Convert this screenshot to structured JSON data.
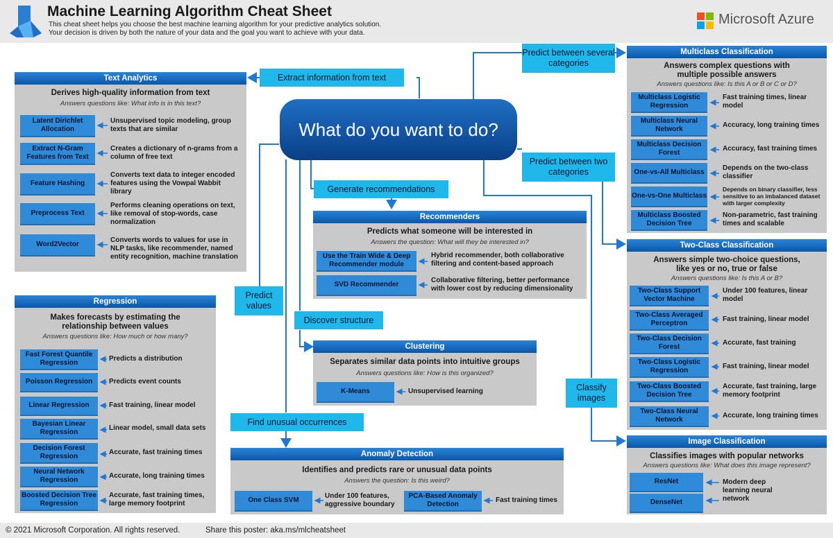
{
  "header": {
    "title": "Machine Learning Algorithm Cheat Sheet",
    "subtitle_1": "This cheat sheet helps you choose the best machine learning algorithm for your predictive analytics solution.",
    "subtitle_2": "Your decision is driven by both the nature of your data and the goal you want to achieve with your data.",
    "brand": "Microsoft Azure"
  },
  "central": "What do you want to do?",
  "actions": {
    "extract": "Extract information from text",
    "several": "Predict between several categories",
    "two": "Predict between two categories",
    "recommend": "Generate recommendations",
    "values": "Predict values",
    "structure": "Discover structure",
    "images": "Classify images",
    "unusual": "Find unusual occurrences"
  },
  "text_analytics": {
    "title": "Text Analytics",
    "desc": "Derives high-quality information from text",
    "question": "Answers questions like: What info is in this text?",
    "items": [
      {
        "algo": "Latent Dirichlet Allocation",
        "note": "Unsupervised topic modeling, group texts that are similar"
      },
      {
        "algo": "Extract N-Gram Features from Text",
        "note": "Creates a dictionary of n-grams from a column of free text"
      },
      {
        "algo": "Feature Hashing",
        "note": "Converts text data to integer encoded features using the Vowpal Wabbit library"
      },
      {
        "algo": "Preprocess Text",
        "note": "Performs cleaning operations on text, like removal of stop-words, case normalization"
      },
      {
        "algo": "Word2Vector",
        "note": "Converts words to values for use in NLP tasks, like recommender, named entity recognition, machine translation"
      }
    ]
  },
  "regression": {
    "title": "Regression",
    "desc": "Makes forecasts by estimating the relationship between values",
    "question": "Answers questions like: How much or how many?",
    "items": [
      {
        "algo": "Fast Forest Quantile Regression",
        "note": "Predicts a distribution"
      },
      {
        "algo": "Poisson Regression",
        "note": "Predicts event counts"
      },
      {
        "algo": "Linear Regression",
        "note": "Fast training, linear model"
      },
      {
        "algo": "Bayesian Linear Regression",
        "note": "Linear model, small data sets"
      },
      {
        "algo": "Decision Forest Regression",
        "note": "Accurate, fast training times"
      },
      {
        "algo": "Neural Network Regression",
        "note": "Accurate, long training times"
      },
      {
        "algo": "Boosted Decision Tree Regression",
        "note": "Accurate, fast training times, large memory footprint"
      }
    ]
  },
  "recommenders": {
    "title": "Recommenders",
    "desc": "Predicts what someone will be interested in",
    "question": "Answers the question: What will they be interested in?",
    "items": [
      {
        "algo": "Use the Train Wide & Deep Recommender module",
        "note": "Hybrid recommender, both collaborative filtering and content-based approach"
      },
      {
        "algo": "SVD Recommender",
        "note": "Collaborative filtering, better performance with lower cost by reducing dimensionality"
      }
    ]
  },
  "clustering": {
    "title": "Clustering",
    "desc": "Separates similar data points into intuitive groups",
    "question": "Answers questions like: How is this organized?",
    "items": [
      {
        "algo": "K-Means",
        "note": "Unsupervised learning"
      }
    ]
  },
  "anomaly": {
    "title": "Anomaly Detection",
    "desc": "Identifies and predicts rare or unusual data points",
    "question": "Answers the question: Is this weird?",
    "items": [
      {
        "algo": "One Class SVM",
        "note": "Under 100 features, aggressive boundary"
      },
      {
        "algo": "PCA-Based Anomaly Detection",
        "note": "Fast training times"
      }
    ]
  },
  "multiclass": {
    "title": "Multiclass Classification",
    "desc": "Answers complex questions with multiple possible answers",
    "question": "Answers questions like: Is this A or B or C or D?",
    "items": [
      {
        "algo": "Multiclass Logistic Regression",
        "note": "Fast training times, linear model"
      },
      {
        "algo": "Multiclass Neural Network",
        "note": "Accuracy, long training times"
      },
      {
        "algo": "Multiclass Decision Forest",
        "note": "Accuracy, fast training times"
      },
      {
        "algo": "One-vs-All Multiclass",
        "note": "Depends on the two-class classifier"
      },
      {
        "algo": "One-vs-One Multiclass",
        "note": "Depends on binary classifier, less sensitive to an imbalanced dataset with larger complexity"
      },
      {
        "algo": "Multiclass Boosted Decision Tree",
        "note": "Non-parametric, fast training times and scalable"
      }
    ]
  },
  "twoclass": {
    "title": "Two-Class Classification",
    "desc": "Answers simple two-choice questions, like yes or no, true or false",
    "question": "Answers questions like: Is this A or B?",
    "items": [
      {
        "algo": "Two-Class Support Vector Machine",
        "note": "Under 100 features, linear model"
      },
      {
        "algo": "Two-Class Averaged Perceptron",
        "note": "Fast training, linear model"
      },
      {
        "algo": "Two-Class Decision Forest",
        "note": "Accurate, fast training"
      },
      {
        "algo": "Two-Class Logistic Regression",
        "note": "Fast training, linear model"
      },
      {
        "algo": "Two-Class Boosted Decision Tree",
        "note": "Accurate, fast training, large memory footprint"
      },
      {
        "algo": "Two-Class Neural Network",
        "note": "Accurate, long training times"
      }
    ]
  },
  "image": {
    "title": "Image Classification",
    "desc": "Classifies images with popular networks",
    "question": "Answers questions like: What does this image represent?",
    "items": [
      {
        "algo": "ResNet"
      },
      {
        "algo": "DenseNet"
      }
    ],
    "note": "Modern deep learning neural network"
  },
  "footer": {
    "copyright": "© 2021 Microsoft Corporation. All rights reserved.",
    "share": "Share this poster: aka.ms/mlcheatsheet"
  },
  "colors": {
    "accent": "#1fb8ea",
    "panel": "#c9c9c9",
    "algo": "#2f8ad8",
    "header": "#0a57a8"
  }
}
